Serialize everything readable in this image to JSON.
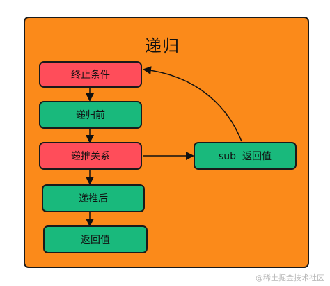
{
  "title": "递归",
  "nodes": {
    "termination": "终止条件",
    "before_recursion": "递归前",
    "recurrence": "递推关系",
    "sub_return": "sub  返回值",
    "after_recursion": "递推后",
    "return_value": "返回值"
  },
  "colors": {
    "background": "#fb8a1a",
    "red_node": "#ff4d5a",
    "green_node": "#19b97c"
  },
  "watermark": "@稀土掘金技术社区"
}
